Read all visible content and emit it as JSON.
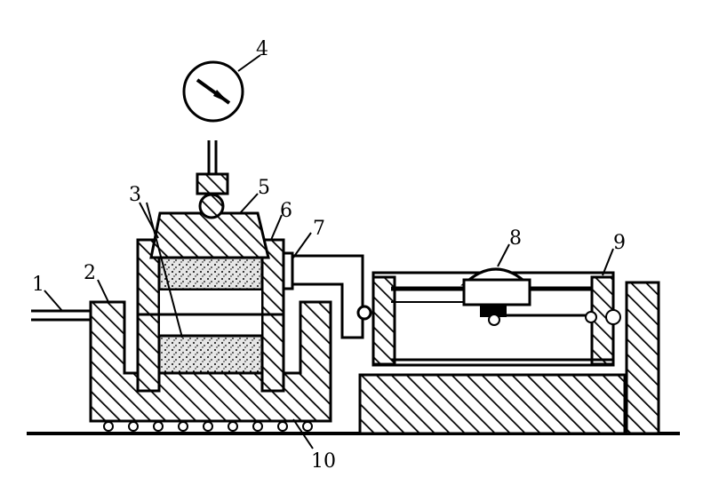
{
  "diagram": {
    "labels": [
      "1",
      "2",
      "3",
      "4",
      "5",
      "6",
      "7",
      "8",
      "9",
      "10"
    ]
  },
  "colors": {
    "ink": "#000000",
    "paper": "#ffffff",
    "sand": "#d9d9d9"
  }
}
